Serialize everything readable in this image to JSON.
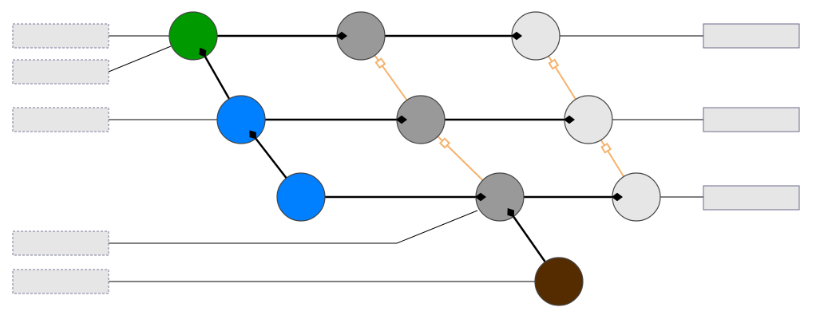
{
  "colors": {
    "green": "#009900",
    "blue": "#0080ff",
    "gray": "#999999",
    "light": "#e6e6e6",
    "brown": "#552b00",
    "orange": "#f5b26b",
    "input_box_fill": "#e6e6e6",
    "input_box_stroke": "#7a7a9a",
    "output_box_fill": "#e6e6e6",
    "output_box_stroke": "#6a6a8a"
  },
  "inputs": [
    {
      "id": "in-1",
      "label": ""
    },
    {
      "id": "in-2",
      "label": ""
    },
    {
      "id": "in-3",
      "label": ""
    },
    {
      "id": "in-4",
      "label": ""
    },
    {
      "id": "in-5",
      "label": ""
    }
  ],
  "outputs": [
    {
      "id": "out-1",
      "label": ""
    },
    {
      "id": "out-2",
      "label": ""
    },
    {
      "id": "out-3",
      "label": ""
    }
  ],
  "nodes": [
    {
      "id": "green",
      "color": "green"
    },
    {
      "id": "blue-1",
      "color": "blue"
    },
    {
      "id": "blue-2",
      "color": "blue"
    },
    {
      "id": "gray-1",
      "color": "gray"
    },
    {
      "id": "gray-2",
      "color": "gray"
    },
    {
      "id": "gray-3",
      "color": "gray"
    },
    {
      "id": "light-1",
      "color": "light"
    },
    {
      "id": "light-2",
      "color": "light"
    },
    {
      "id": "light-3",
      "color": "light"
    },
    {
      "id": "brown",
      "color": "brown"
    }
  ],
  "edges": [
    {
      "from": "green",
      "to": "gray-1",
      "kind": "strong"
    },
    {
      "from": "gray-1",
      "to": "light-1",
      "kind": "strong"
    },
    {
      "from": "blue-1",
      "to": "gray-2",
      "kind": "strong"
    },
    {
      "from": "gray-2",
      "to": "light-2",
      "kind": "strong"
    },
    {
      "from": "blue-2",
      "to": "gray-3",
      "kind": "strong"
    },
    {
      "from": "gray-3",
      "to": "light-3",
      "kind": "strong"
    },
    {
      "from": "blue-1",
      "to": "green",
      "kind": "strong"
    },
    {
      "from": "blue-2",
      "to": "blue-1",
      "kind": "strong"
    },
    {
      "from": "brown",
      "to": "gray-3",
      "kind": "strong"
    },
    {
      "from": "gray-2",
      "to": "gray-1",
      "kind": "weak"
    },
    {
      "from": "gray-3",
      "to": "gray-2",
      "kind": "weak"
    },
    {
      "from": "light-2",
      "to": "light-1",
      "kind": "weak"
    },
    {
      "from": "light-3",
      "to": "light-2",
      "kind": "weak"
    }
  ]
}
